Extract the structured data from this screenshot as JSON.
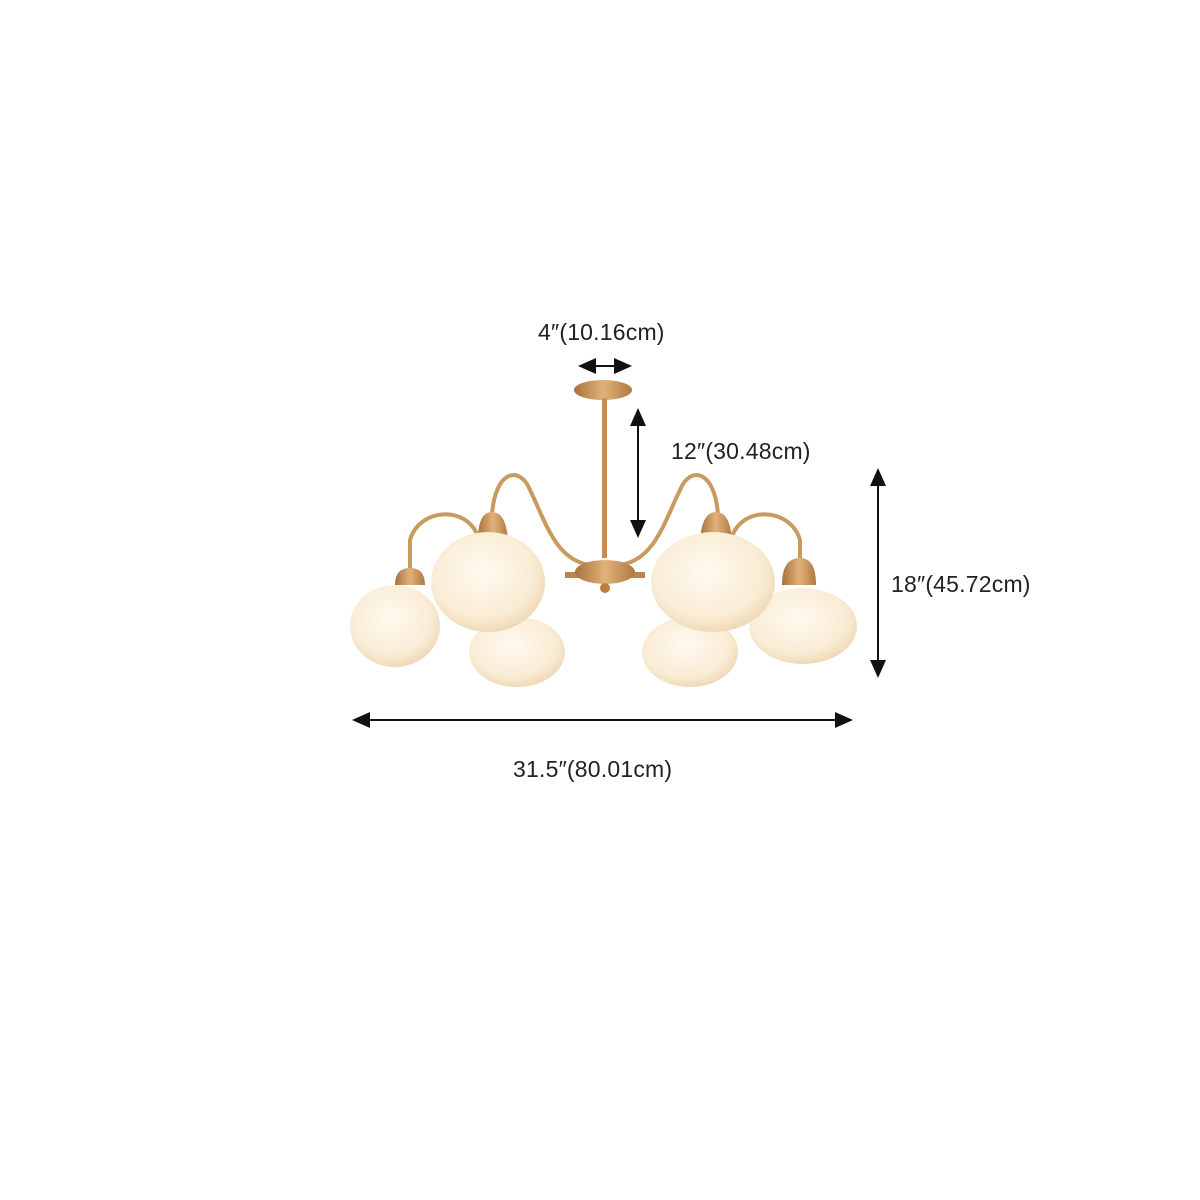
{
  "dimensions": {
    "canopy_width": "4″(10.16cm)",
    "rod_length": "12″(30.48cm)",
    "height": "18″(45.72cm)",
    "width": "31.5″(80.01cm)"
  },
  "colors": {
    "brass": "#c9935a",
    "glass": "#fbf1df",
    "arrow": "#111111"
  }
}
